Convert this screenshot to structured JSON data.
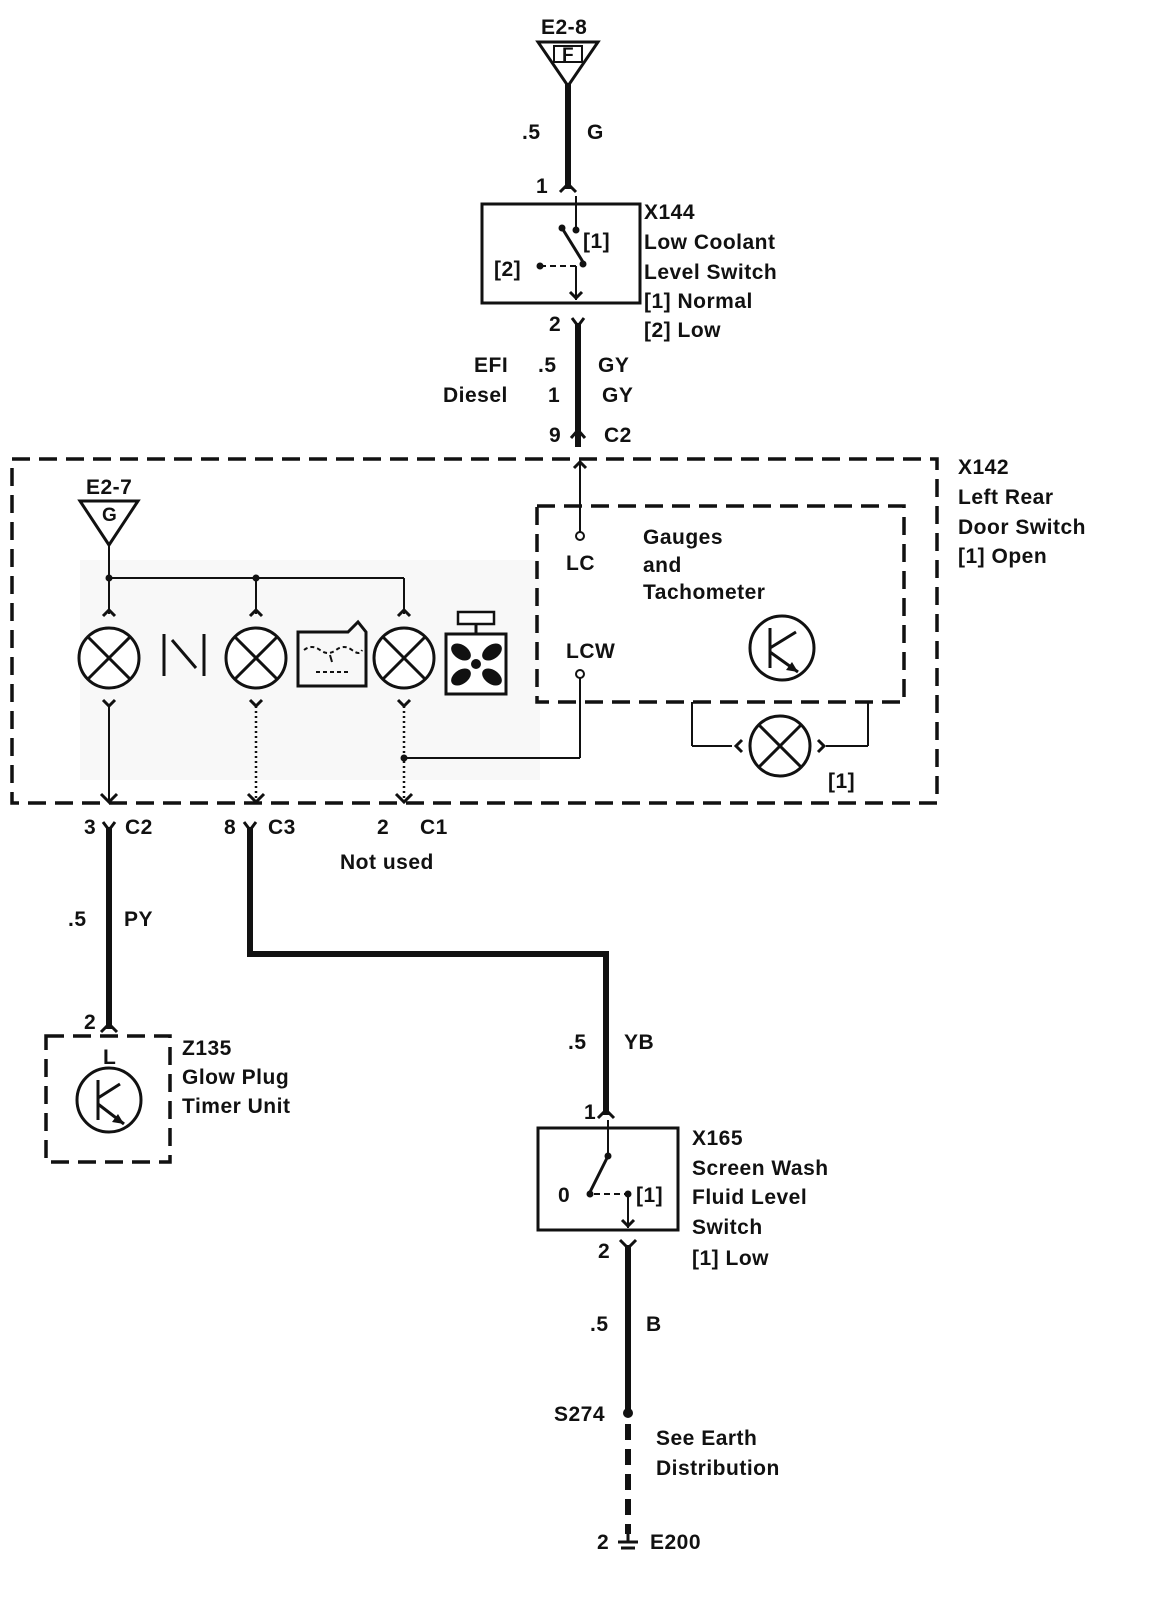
{
  "top_connector": {
    "id": "E2-8",
    "letter": "F"
  },
  "wire_top": {
    "size": ".5",
    "color": "G"
  },
  "x144": {
    "pin_in": "1",
    "pin_out": "2",
    "pos1_mark": "[1]",
    "pos2_mark": "[2]",
    "label_lines": [
      "X144",
      "Low Coolant",
      "Level Switch",
      "[1]  Normal",
      "[2]  Low"
    ]
  },
  "wire_x144_out": {
    "efi_label": "EFI",
    "efi_size": ".5",
    "efi_color": "GY",
    "diesel_label": "Diesel",
    "diesel_size": "1",
    "diesel_color": "GY"
  },
  "x142_c2_in": {
    "pin": "9",
    "conn": "C2"
  },
  "x142": {
    "label_lines": [
      "X142",
      "Left Rear",
      "Door Switch",
      "[1]  Open"
    ]
  },
  "inner_connector": {
    "id": "E2-7",
    "letter": "G"
  },
  "gauges": {
    "title_lines": [
      "Gauges",
      "and",
      "Tachometer"
    ],
    "pin_lc": "LC",
    "pin_lcw": "LCW"
  },
  "lamp_mark": "[1]",
  "bottom_pins": {
    "a_pin": "3",
    "a_conn": "C2",
    "b_pin": "8",
    "b_conn": "C3",
    "c_pin": "2",
    "c_conn": "C1",
    "c_note": "Not used"
  },
  "wire_py": {
    "size": ".5",
    "color": "PY"
  },
  "z135": {
    "pin": "2",
    "inner": "L",
    "label_lines": [
      "Z135",
      "Glow Plug",
      "Timer Unit"
    ]
  },
  "wire_yb": {
    "size": ".5",
    "color": "YB"
  },
  "x165": {
    "pin_in": "1",
    "pin_out": "2",
    "zero": "0",
    "pos1_mark": "[1]",
    "label_lines": [
      "X165",
      "Screen Wash",
      "Fluid Level",
      "Switch",
      "[1]  Low"
    ]
  },
  "wire_b": {
    "size": ".5",
    "color": "B"
  },
  "splice": {
    "id": "S274",
    "note_lines": [
      "See Earth",
      "Distribution"
    ]
  },
  "earth": {
    "pin": "2",
    "id": "E200"
  }
}
